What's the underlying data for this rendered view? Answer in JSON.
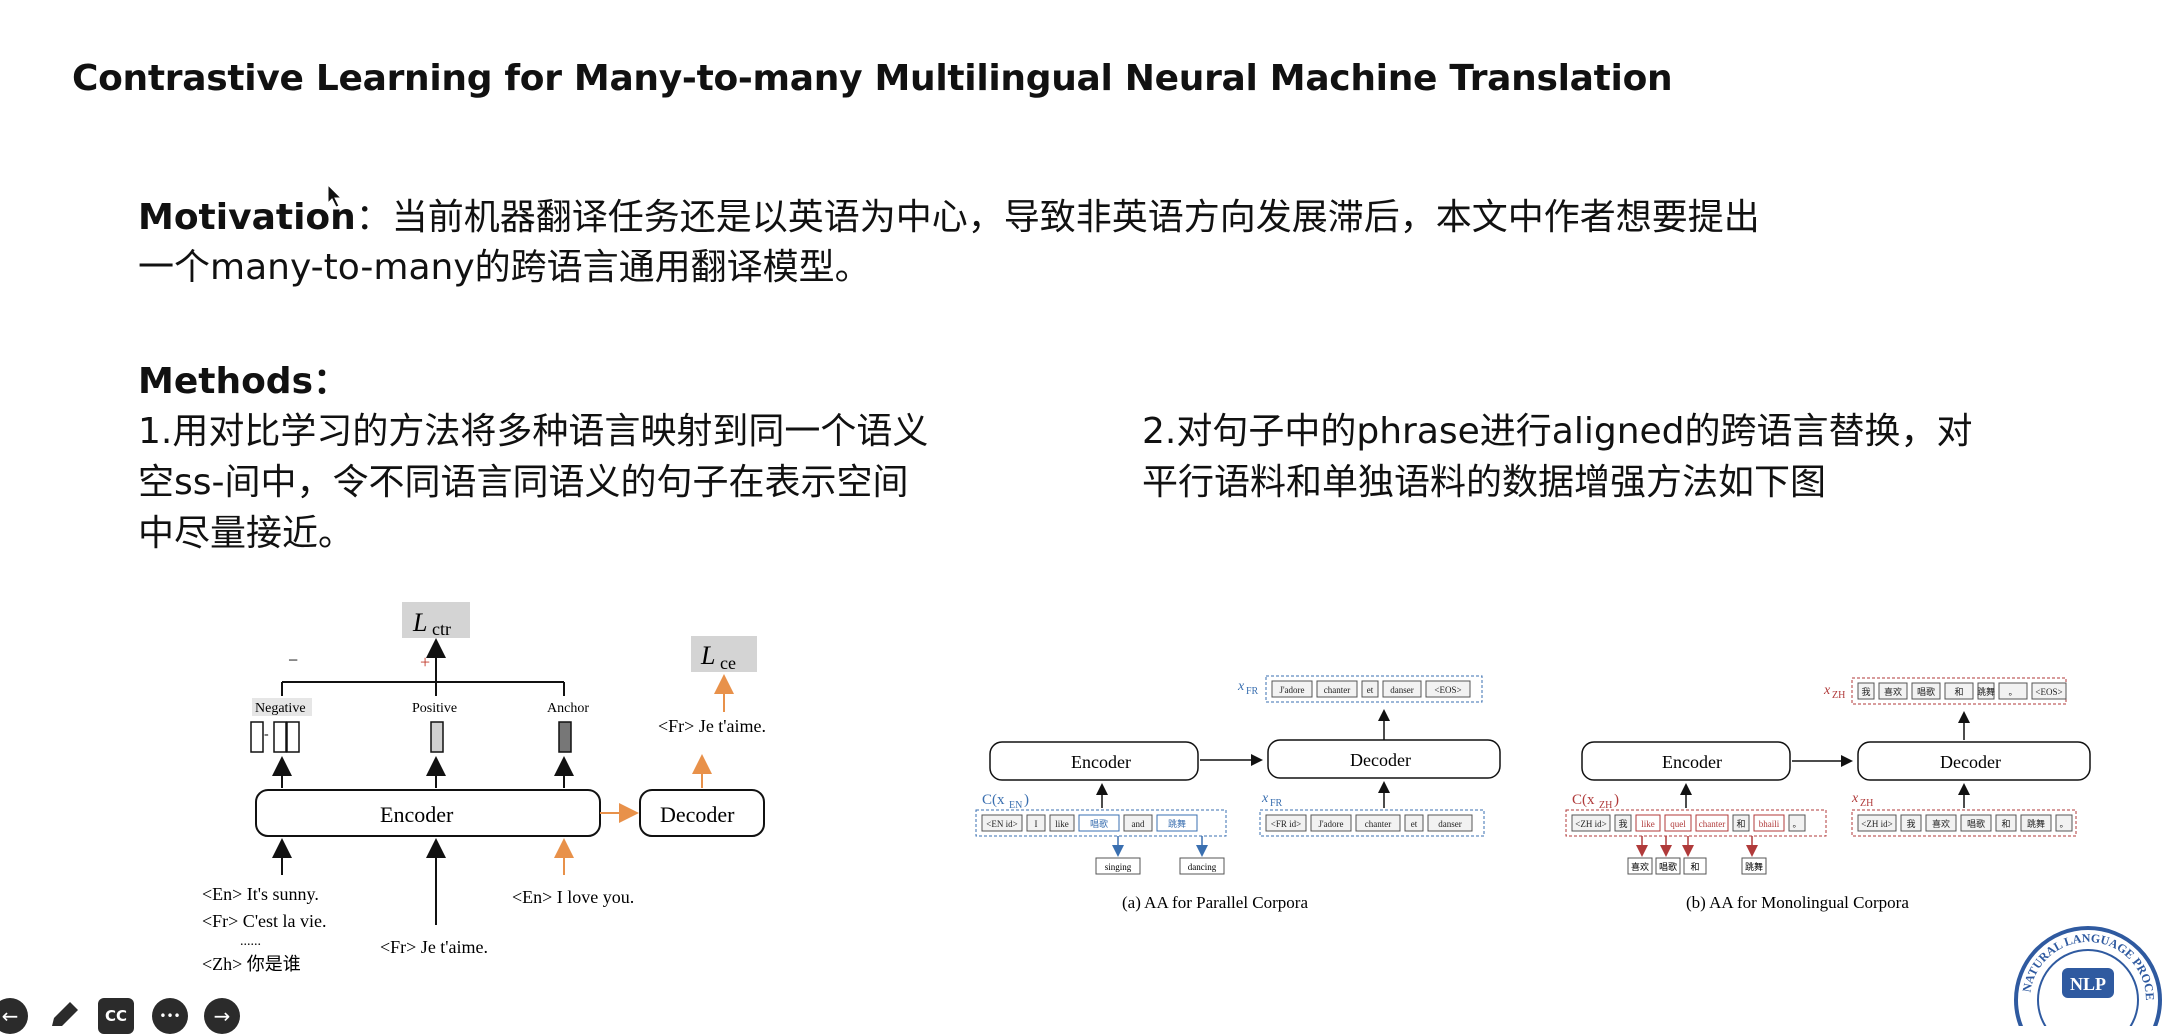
{
  "slide": {
    "title": "Contrastive Learning for Many-to-many Multilingual Neural Machine Translation",
    "motivation_label": "Motivation",
    "motivation_line1": "：当前机器翻译任务还是以英语为中心，导致非英语方向发展滞后，本文中作者想要提出",
    "motivation_line2": "一个many-to-many的跨语言通用翻译模型。",
    "methods_label": "Methods：",
    "method1_lines": [
      "1.用对比学习的方法将多种语言映射到同一个语义",
      "空ss-间中，令不同语言同语义的句子在表示空间",
      "中尽量接近。"
    ],
    "method2_lines": [
      "2.对句子中的phrase进行aligned的跨语言替换，对",
      "平行语料和单独语料的数据增强方法如下图"
    ]
  },
  "figure1": {
    "lctr": "L",
    "lctr_sub": "ctr",
    "lce": "L",
    "lce_sub": "ce",
    "minus": "−",
    "plus": "+",
    "negative": "Negative",
    "positive": "Positive",
    "anchor": "Anchor",
    "encoder": "Encoder",
    "decoder": "Decoder",
    "output": "<Fr> Je t'aime.",
    "input_en": "<En> It's sunny.",
    "input_fr": "<Fr> C'est la vie.",
    "input_dots": "......",
    "input_zh": "<Zh> 你是谁",
    "input_fr2": "<Fr> Je t'aime.",
    "input_en2": "<En> I love you."
  },
  "figure2": {
    "encoder": "Encoder",
    "decoder": "Decoder",
    "caption": "(a) AA for Parallel Corpora",
    "x_fr_label": "x",
    "x_fr_sub": "FR",
    "c_label": "C(x",
    "c_sub": "EN",
    "c_close": ")",
    "top_tokens": [
      "J'adore",
      "chanter",
      "et",
      "danser",
      "<EOS>"
    ],
    "enc_tokens": [
      "<EN id>",
      "I",
      "like",
      "唱歌",
      "and",
      "跳舞"
    ],
    "dec_tokens": [
      "<FR id>",
      "J'adore",
      "chanter",
      "et",
      "danser"
    ],
    "orig_tokens": [
      "singing",
      "dancing"
    ]
  },
  "figure3": {
    "encoder": "Encoder",
    "decoder": "Decoder",
    "caption": "(b) AA for Monolingual Corpora",
    "x_zh_label": "x",
    "x_zh_sub": "ZH",
    "c_label": "C(x",
    "c_sub": "ZH",
    "c_close": ")",
    "top_tokens": [
      "我",
      "喜欢",
      "唱歌",
      "和",
      "跳舞",
      "。",
      "<EOS>"
    ],
    "enc_tokens": [
      "<ZH id>",
      "我",
      "like",
      "quel",
      "chanter",
      "和",
      "bhaili",
      "。"
    ],
    "dec_tokens": [
      "<ZH id>",
      "我",
      "喜欢",
      "唱歌",
      "和",
      "跳舞",
      "。"
    ],
    "orig_tokens": [
      "喜欢",
      "唱歌",
      "和",
      "跳舞"
    ]
  },
  "logo": {
    "ring_text": "NATURAL LANGUAGE PROCESSING",
    "center": "NLP"
  },
  "controls": {
    "icons": [
      "back-arrow-icon",
      "pencil-icon",
      "captions-icon",
      "more-icon",
      "forward-arrow-icon"
    ],
    "cc": "CC",
    "more": "•••",
    "back": "←",
    "forward": "→"
  }
}
